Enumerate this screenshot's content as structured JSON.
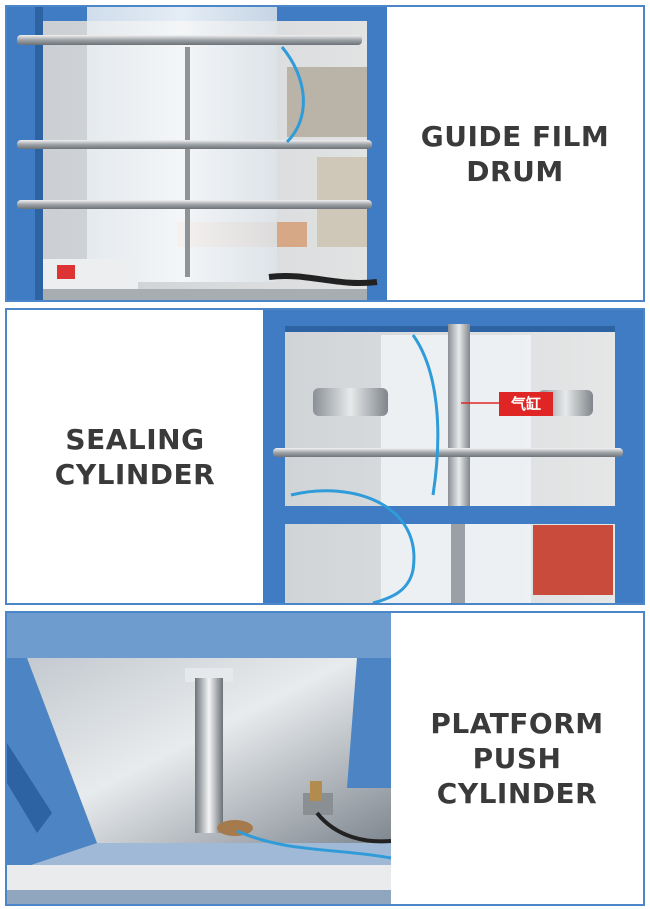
{
  "sections": [
    {
      "lines": [
        "GUIDE FILM",
        "DRUM"
      ]
    },
    {
      "lines": [
        "SEALING",
        "CYLINDER"
      ]
    },
    {
      "lines": [
        "PLATFORM",
        "PUSH CYLINDER"
      ]
    }
  ],
  "callout": "气缸",
  "accent": "#4a86c8",
  "callout_color": "#e02525"
}
